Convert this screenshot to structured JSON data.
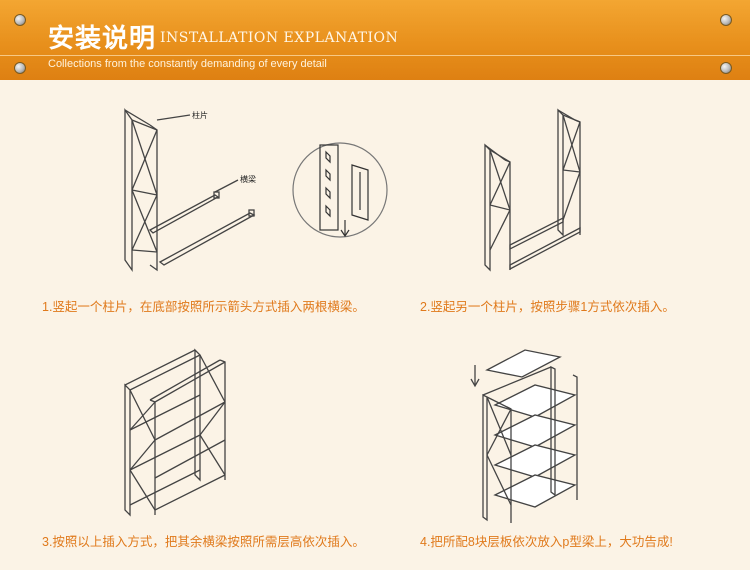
{
  "header": {
    "title_cn": "安装说明",
    "title_en": "INSTALLATION EXPLANATION",
    "subtitle": "Collections from the constantly demanding of every detail"
  },
  "labels": {
    "upright": "柱片",
    "beam": "横梁"
  },
  "steps": [
    {
      "text": "1.竖起一个柱片，在底部按照所示箭头方式插入两根横梁。"
    },
    {
      "text": "2.竖起另一个柱片，按照步骤1方式依次插入。"
    },
    {
      "text": "3.按照以上插入方式，把其余横梁按照所需层高依次插入。"
    },
    {
      "text": "4.把所配8块层板依次放入p型梁上，大功告成!"
    }
  ],
  "colors": {
    "banner": "#e8901c",
    "step_text": "#e07a1c",
    "background": "#fbf3e6"
  }
}
